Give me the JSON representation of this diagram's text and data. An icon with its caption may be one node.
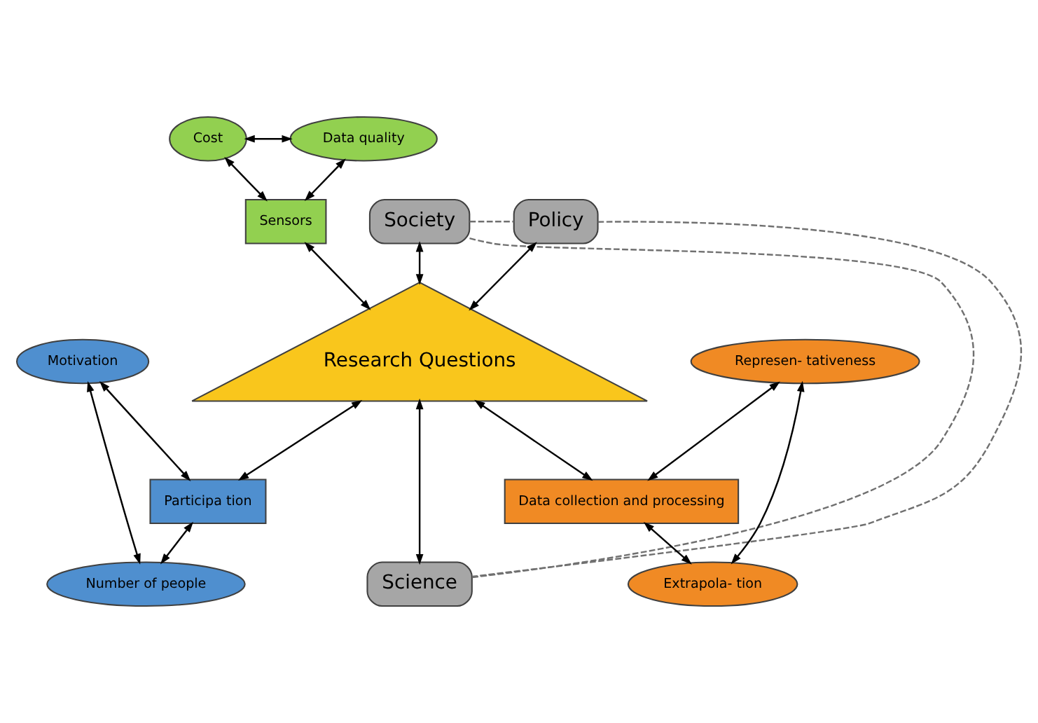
{
  "diagram": {
    "nodes": [
      {
        "text": [
          "Cost"
        ]
      },
      {
        "text": [
          "Data quality"
        ]
      },
      {
        "text": [
          "Sensors"
        ]
      },
      {
        "text": [
          "Society"
        ]
      },
      {
        "text": [
          "Policy"
        ]
      },
      {
        "text": [
          "Research Questions"
        ]
      },
      {
        "text": [
          "Motivation"
        ]
      },
      {
        "text": [
          "Represen- tativeness"
        ]
      },
      {
        "text": [
          "Participa tion"
        ]
      },
      {
        "text": [
          "Data collection and processing"
        ]
      },
      {
        "text": [
          "Number of people"
        ]
      },
      {
        "text": [
          "Science"
        ]
      },
      {
        "text": [
          "Extrapola- tion"
        ]
      }
    ],
    "edges": [
      {
        "from": 0,
        "to": 1,
        "arrow": "both"
      },
      {
        "from": 0,
        "to": 2,
        "arrow": "both"
      },
      {
        "from": 1,
        "to": 2,
        "arrow": "both"
      },
      {
        "from": 2,
        "to": 5,
        "arrow": "both"
      },
      {
        "from": 3,
        "to": 4,
        "arrow": "none",
        "style": "dashed",
        "color": "#707070"
      },
      {
        "from": 3,
        "to": 5,
        "arrow": "both"
      },
      {
        "from": 4,
        "to": 5,
        "arrow": "both"
      },
      {
        "from": 3,
        "to": 11,
        "arrow": "none",
        "style": "dashed",
        "color": "#707070"
      },
      {
        "from": 4,
        "to": 11,
        "arrow": "none",
        "style": "dashed",
        "color": "#707070"
      },
      {
        "from": 6,
        "to": 8,
        "arrow": "both"
      },
      {
        "from": 5,
        "to": 8,
        "arrow": "both"
      },
      {
        "from": 5,
        "to": 9,
        "arrow": "both"
      },
      {
        "from": 7,
        "to": 9,
        "arrow": "both"
      },
      {
        "from": 6,
        "to": 10,
        "arrow": "both"
      },
      {
        "from": 7,
        "to": 12,
        "arrow": "both"
      },
      {
        "from": 8,
        "to": 10,
        "arrow": "both"
      },
      {
        "from": 5,
        "to": 11,
        "arrow": "both"
      },
      {
        "from": 9,
        "to": 12,
        "arrow": "both"
      }
    ]
  }
}
